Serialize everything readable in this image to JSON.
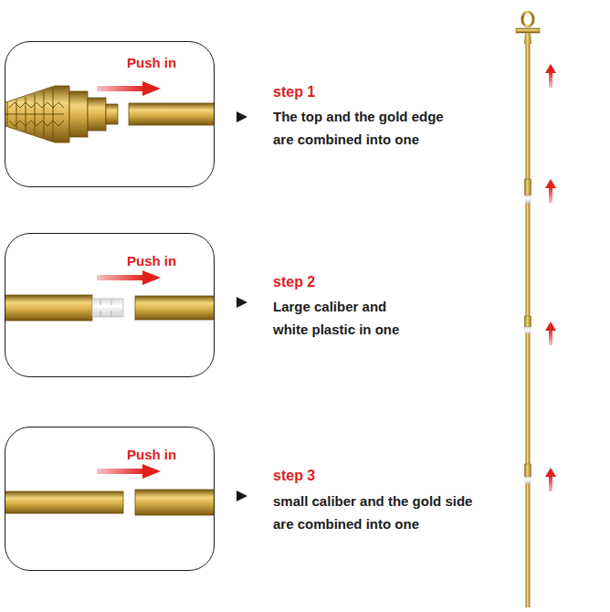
{
  "diagram": {
    "nodes": [
      {
        "text": [
          "Push in"
        ]
      },
      {
        "text": [
          "Push in"
        ]
      },
      {
        "text": [
          "Push in"
        ]
      }
    ],
    "labels": [
      "step 1",
      "The top and the gold edge are combined into one",
      "step 2",
      "Large caliber and white plastic in one",
      "step 3",
      "small caliber and the gold side are combined into one"
    ]
  }
}
